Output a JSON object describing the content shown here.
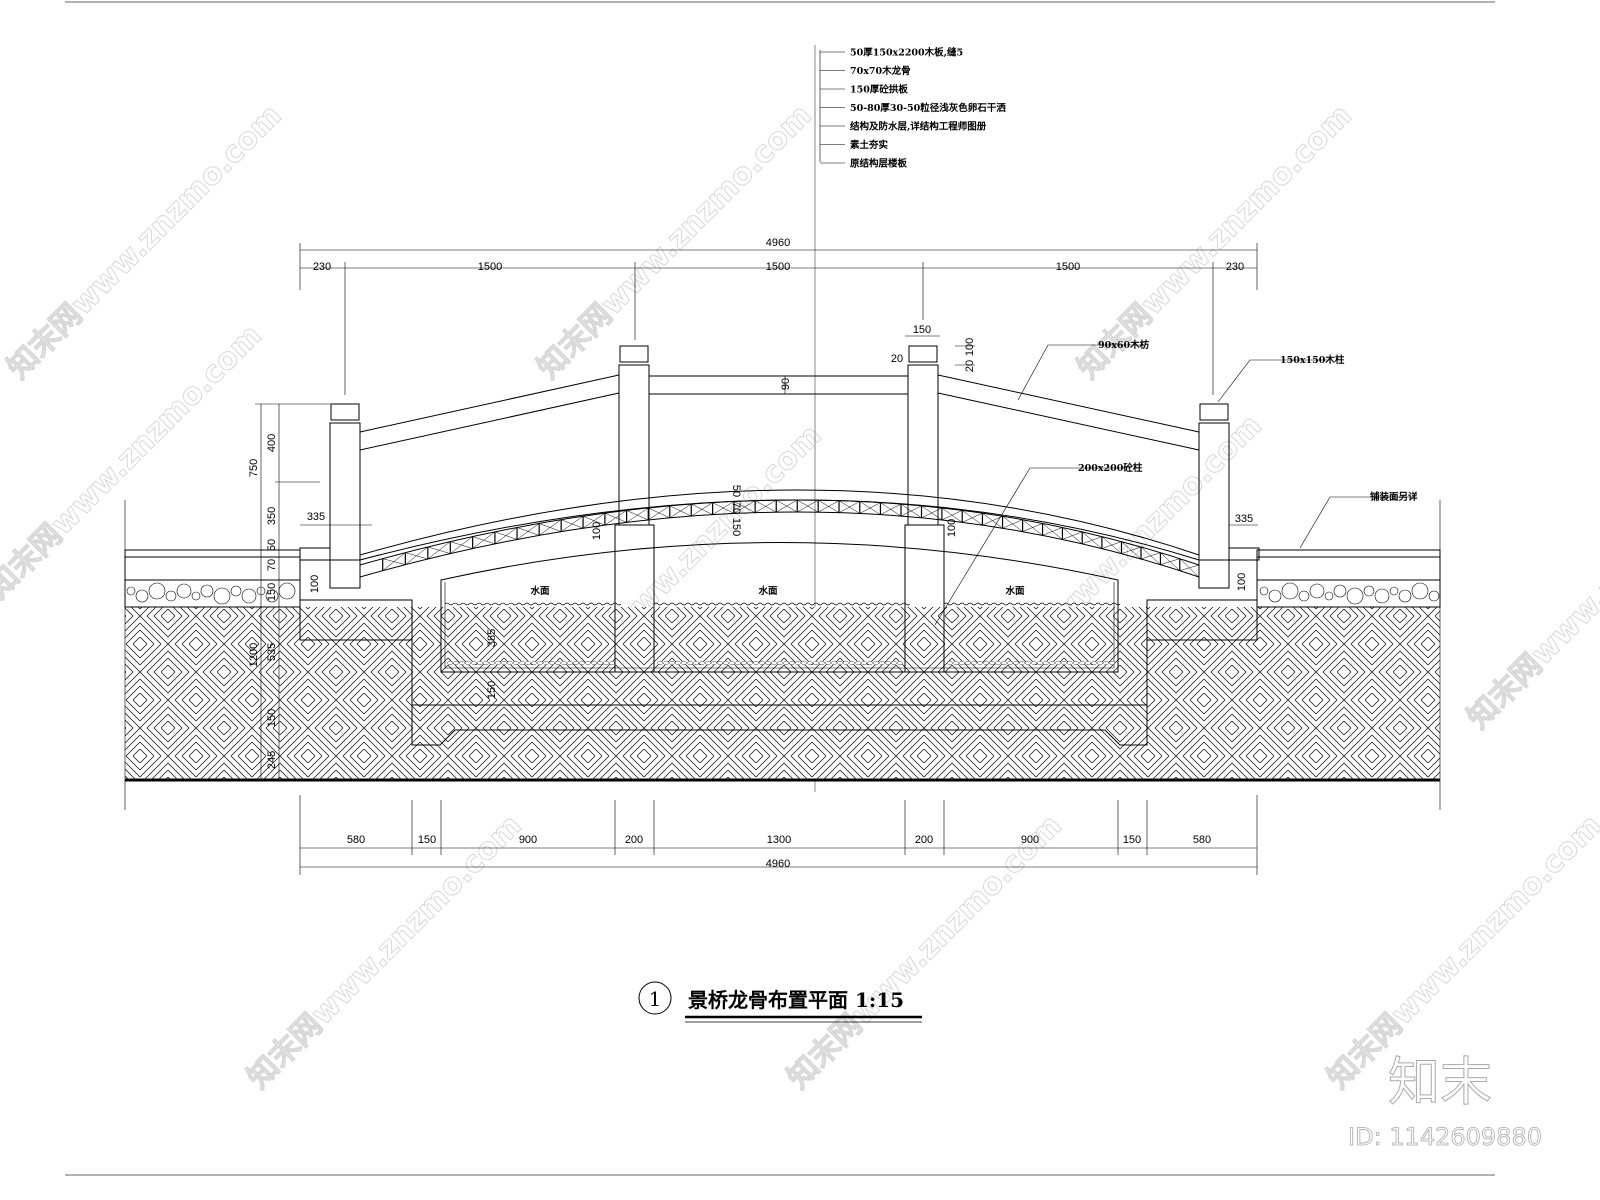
{
  "layer_notes": [
    "50厚150x2200木板,缝5",
    "70x70木龙骨",
    "150厚砼拱板",
    "50-80厚30-50粒径浅灰色卵石干洒",
    "结构及防水层,详结构工程师图册",
    "素土夯实",
    "原结构层楼板"
  ],
  "top_dims": {
    "overall": "4960",
    "segments": [
      "230",
      "1500",
      "1500",
      "1500",
      "230"
    ]
  },
  "bottom_dims": {
    "segments": [
      "580",
      "150",
      "900",
      "200",
      "1300",
      "200",
      "900",
      "150",
      "580"
    ],
    "overall": "4960"
  },
  "left_dims": {
    "total_upper": "750",
    "rail": "400",
    "post": "350",
    "paving": "50",
    "bed": "70",
    "pebble": "150",
    "total_lower": "1200",
    "d535": "535",
    "d150": "150",
    "d245": "245",
    "footing": "100",
    "post_offset_left": "335",
    "post_offset_right": "335",
    "footing_right": "100"
  },
  "detail_dims": {
    "cap_width": "150",
    "cap_gap": "20",
    "cap_height": "100",
    "cap_gap2": "20",
    "rail_height": "90",
    "deck": "50",
    "joist": "70",
    "arch": "150",
    "embed_left": "100",
    "embed_right": "100",
    "water_depth": "385",
    "base": "150"
  },
  "labels": {
    "water": [
      "水面",
      "水面",
      "水面"
    ],
    "timber_rail": "90x60木枋",
    "timber_post": "150x150木柱",
    "concrete_column": "200x200砼柱",
    "paving": "铺装面另详"
  },
  "title": {
    "number": "1",
    "text": "景桥龙骨布置平面 1:15"
  },
  "watermark": {
    "text": "知末网www.znzmo.com",
    "logo": "知末",
    "id": "ID: 1142609880"
  }
}
